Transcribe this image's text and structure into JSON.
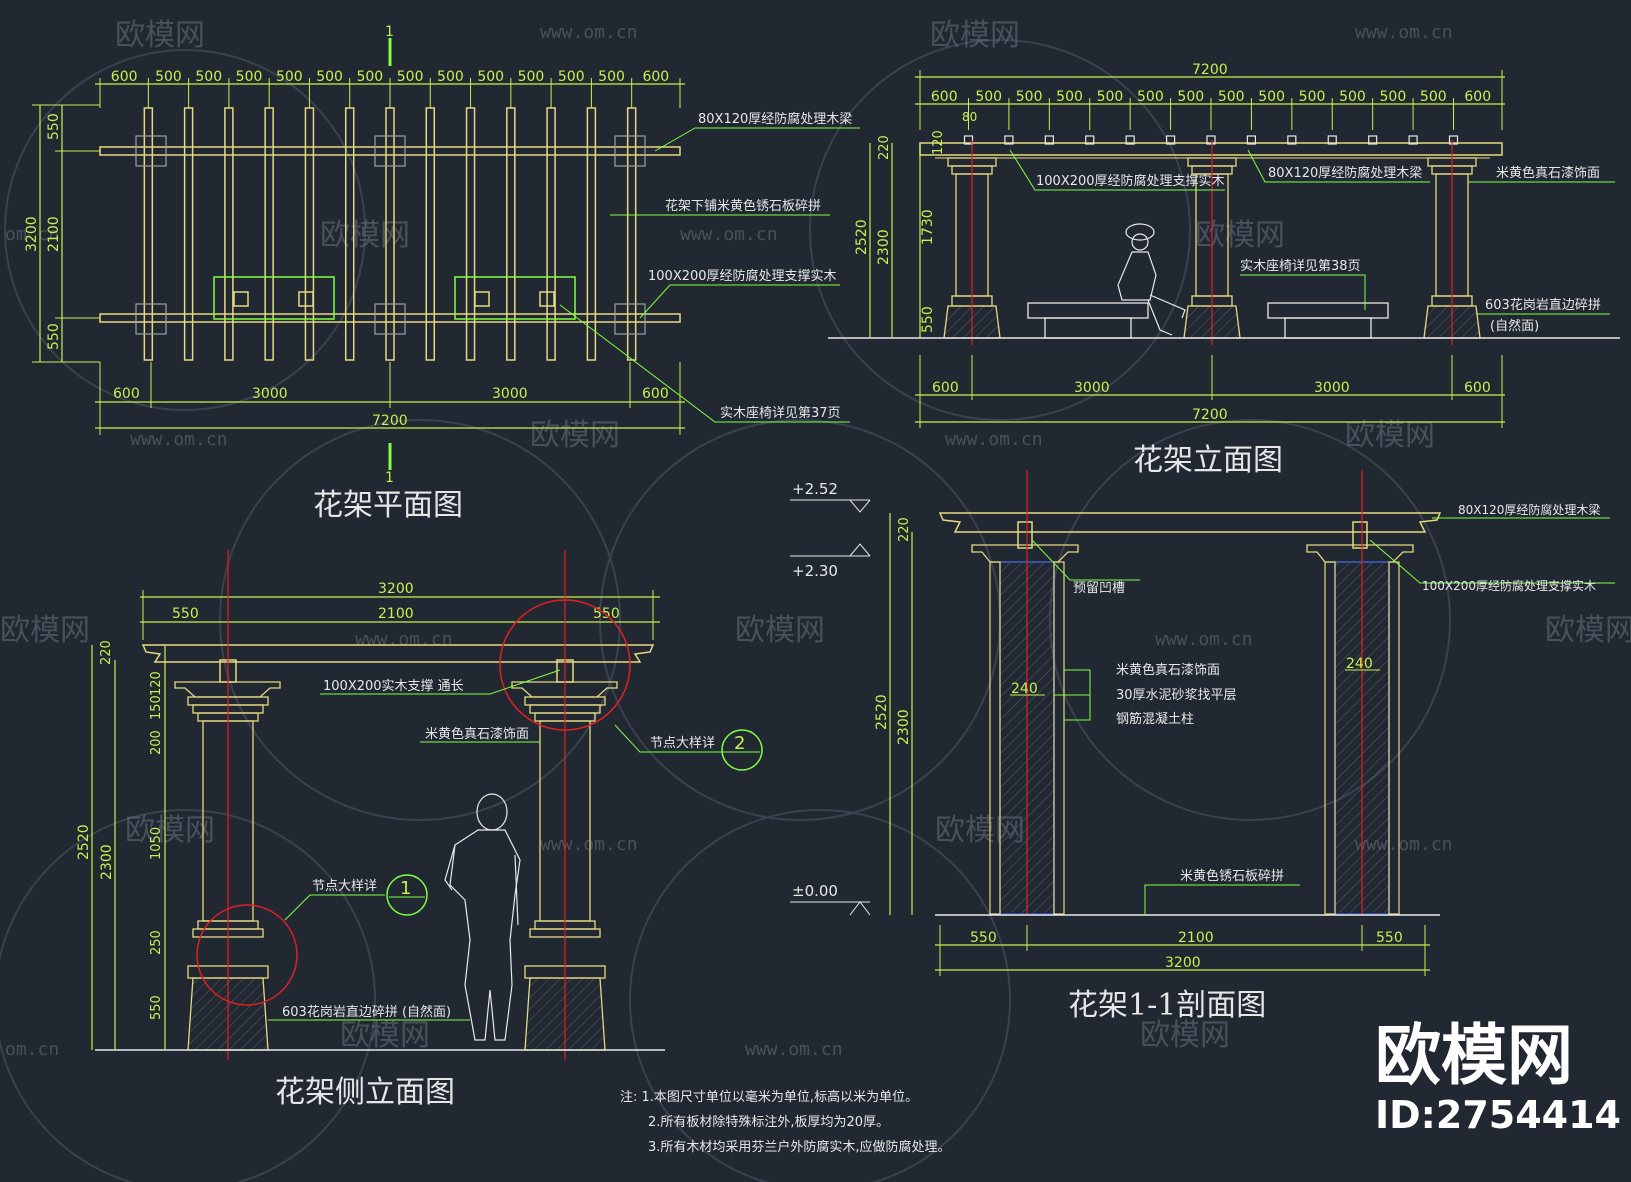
{
  "titles": {
    "plan": "花架平面图",
    "elevation": "花架立面图",
    "side": "花架侧立面图",
    "section": "花架1-1剖面图"
  },
  "plan": {
    "top_dims": [
      "600",
      "500",
      "500",
      "500",
      "500",
      "500",
      "500",
      "500",
      "500",
      "500",
      "500",
      "500",
      "500",
      "600"
    ],
    "bottom_dims": [
      "600",
      "3000",
      "3000",
      "600"
    ],
    "total": "7200",
    "left_dims": [
      "550",
      "2100",
      "550"
    ],
    "left_total": "3200",
    "cut_mark": "1",
    "labels": {
      "beam": "80X120厚经防腐处理木梁",
      "floor": "花架下铺米黄色锈石板碎拼",
      "support": "100X200厚经防腐处理支撑实木",
      "bench": "实木座椅详见第37页"
    }
  },
  "elevation": {
    "total": "7200",
    "top_dims": [
      "600",
      "500",
      "500",
      "500",
      "500",
      "500",
      "500",
      "500",
      "500",
      "500",
      "500",
      "500",
      "500",
      "600"
    ],
    "small_dim": "80",
    "bottom_dims": [
      "600",
      "3000",
      "3000",
      "600"
    ],
    "left_dims": [
      "220",
      "120",
      "1730",
      "550"
    ],
    "left_totals": [
      "2520",
      "2300"
    ],
    "labels": {
      "support": "100X200厚经防腐处理支撑实木",
      "beam": "80X120厚经防腐处理木梁",
      "paint": "米黄色真石漆饰面",
      "bench": "实木座椅详见第38页",
      "granite": "603花岗岩直边碎拼",
      "granite_sub": "(自然面)"
    }
  },
  "side": {
    "top_total": "3200",
    "top_dims": [
      "550",
      "2100",
      "550"
    ],
    "left_dims": [
      "220",
      "120",
      "150",
      "200",
      "1050",
      "250",
      "550"
    ],
    "left_totals": [
      "2520",
      "2300"
    ],
    "labels": {
      "support": "100X200实木支撑 通长",
      "paint": "米黄色真石漆饰面",
      "node2": "节点大样详",
      "node1": "节点大样详",
      "granite": "603花岗岩直边碎拼 (自然面)"
    },
    "node_numbers": [
      "1",
      "2"
    ]
  },
  "section": {
    "levels": [
      "+2.52",
      "+2.30",
      "±0.00"
    ],
    "left_dims": [
      "220"
    ],
    "left_totals": [
      "2520",
      "2300"
    ],
    "col_dims": [
      "240",
      "240"
    ],
    "bottom_dims": [
      "550",
      "2100",
      "550"
    ],
    "bottom_total": "3200",
    "labels": {
      "beam": "80X120厚经防腐处理木梁",
      "groove": "预留凹槽",
      "support": "100X200厚经防腐处理支撑实木",
      "paint": "米黄色真石漆饰面",
      "mortar": "30厚水泥砂浆找平层",
      "rc": "钢筋混凝土柱",
      "floor": "米黄色锈石板碎拼"
    }
  },
  "notes": {
    "lead": "注:",
    "items": [
      "1.本图尺寸单位以毫米为单位,标高以米为单位。",
      "2.所有板材除特殊标注外,板厚均为20厚。",
      "3.所有木材均采用芬兰户外防腐实木,应做防腐处理。"
    ]
  },
  "watermark": {
    "name": "欧模网",
    "url": "www.om.cn",
    "url_short": "om.cn"
  },
  "brand": {
    "name": "欧模网",
    "id": "ID:2754414"
  },
  "colors": {
    "background": "#212832",
    "wood": "#e6d980",
    "dimension": "#c8f050",
    "centerline": "#e02020",
    "hatch": "#3050c0",
    "text": "#e8e8e8"
  }
}
